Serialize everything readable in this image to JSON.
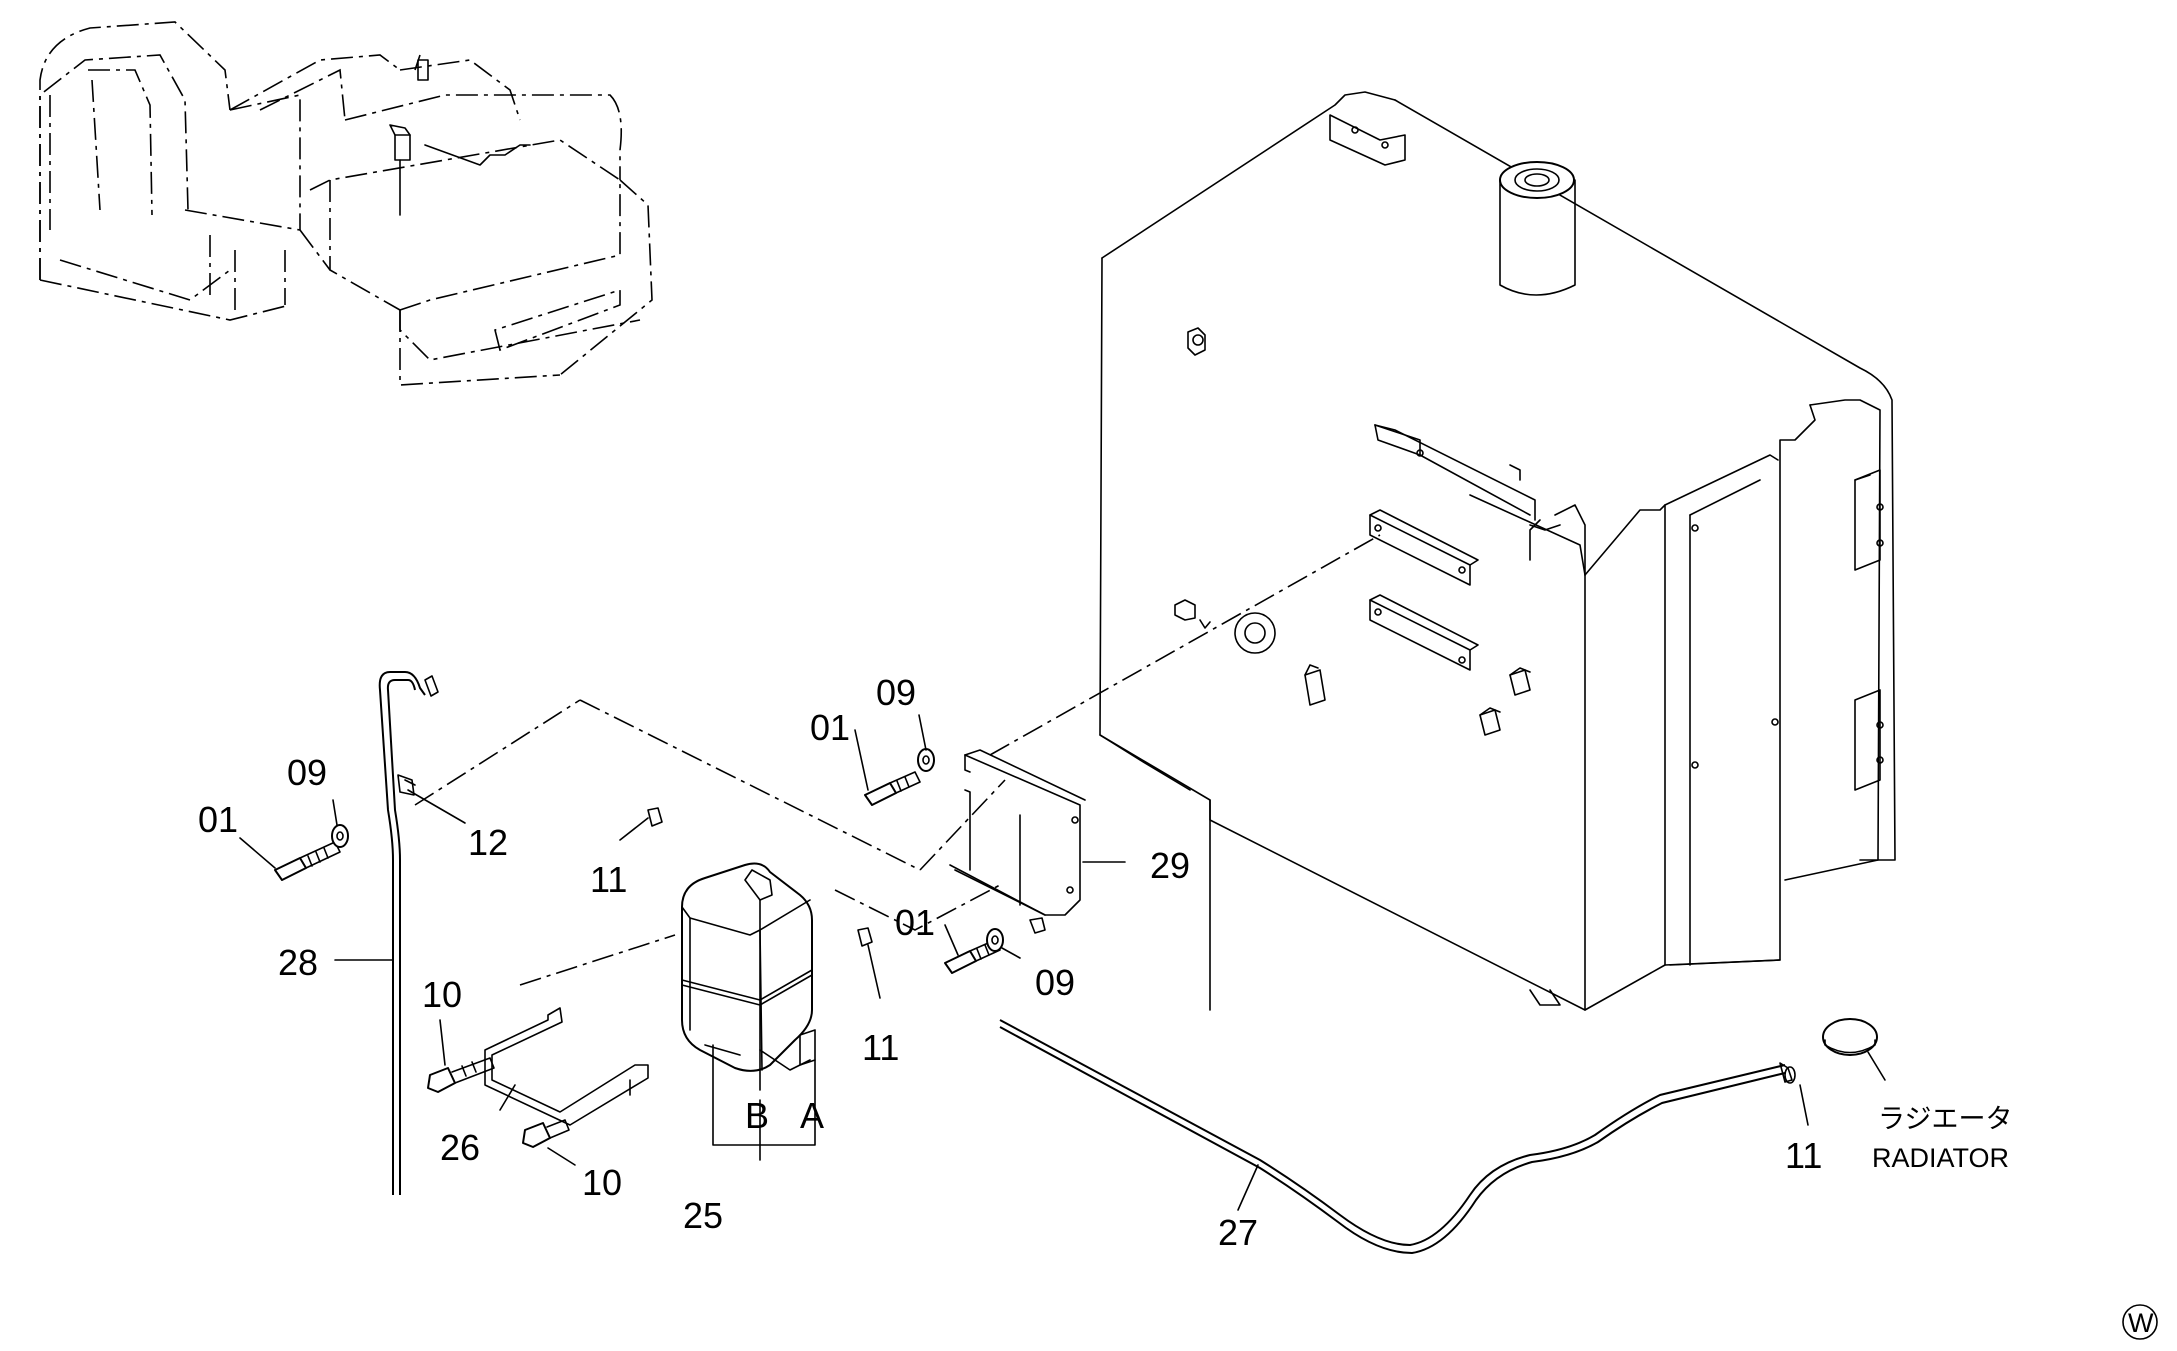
{
  "callouts": {
    "c01a": "01",
    "c09a": "09",
    "c12": "12",
    "c28": "28",
    "c10a": "10",
    "c26": "26",
    "c10b": "10",
    "c25": "25",
    "cB": "B",
    "cA": "A",
    "c11a": "11",
    "c11b": "11",
    "c01b": "01",
    "c09b": "09",
    "c29": "29",
    "c01c": "01",
    "c09c": "09",
    "c27": "27",
    "c11c": "11"
  },
  "radiator_label_jp": "ラジエータ",
  "radiator_label_en": "RADIATOR",
  "corner_mark": "W"
}
